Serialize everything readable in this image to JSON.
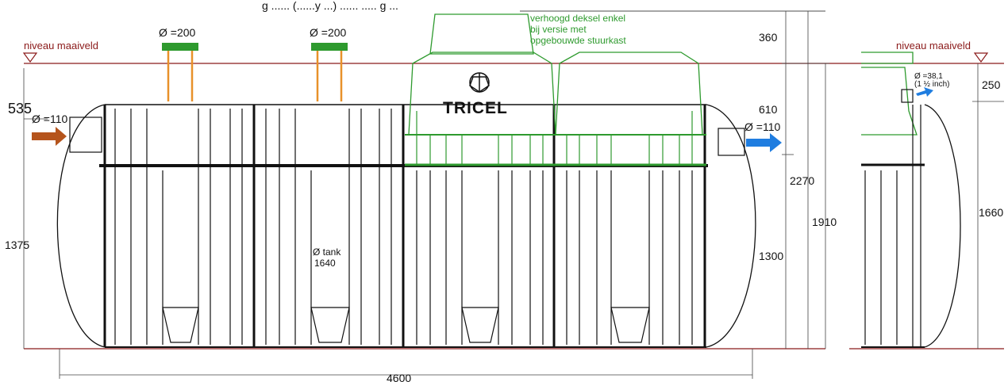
{
  "header_fragment": "g ...... (......y ...) ...... ..... g ...",
  "ground_label_left": "niveau maaiveld",
  "ground_label_right": "niveau maaiveld",
  "cover_note": [
    "verhoogd deksel enkel",
    "bij versie met",
    "opgebouwde stuurkast"
  ],
  "logo": "TRICEL",
  "access_diameters": [
    "Ø =200",
    "Ø =200"
  ],
  "inlet_diameter": "Ø =110",
  "outlet_diameter": "Ø =110",
  "inlet_height": "535",
  "inlet_side_height": "1375",
  "tank_diameter": [
    "Ø tank",
    "1640"
  ],
  "dims_right": {
    "cover_raise": "360",
    "lid_height": "610",
    "total_height": "2270",
    "to_ground": "1910",
    "body_height": "1300"
  },
  "side_view": {
    "vent_diameter": [
      "Ø =38,1",
      "(1 ½ inch)"
    ],
    "vent_offset": "250",
    "height": "1660"
  },
  "length": "4600",
  "colors": {
    "ground_line": "#8b1a1a",
    "tank": "#111111",
    "control_unit": "#2e9a2e",
    "access_riser": "#e8912a",
    "inlet_arrow": "#b5541c",
    "outlet_arrow": "#1f7de0"
  }
}
